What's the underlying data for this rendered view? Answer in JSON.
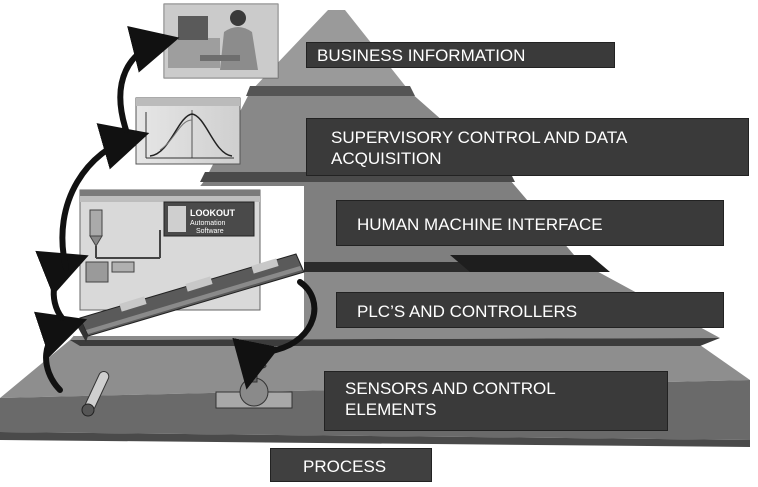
{
  "levels": {
    "business": "BUSINESS INFORMATION",
    "scada_line1": "SUPERVISORY CONTROL AND DATA",
    "scada_line2": "ACQUISITION",
    "hmi": "HUMAN MACHINE INTERFACE",
    "plc": "PLC’S AND CONTROLLERS",
    "sensors_line1": "SENSORS AND CONTROL",
    "sensors_line2": "ELEMENTS"
  },
  "process": "PROCESS",
  "hmi_window": {
    "logo_line1": "LOOKOUT",
    "logo_line2": "Automation",
    "logo_line3": "Software"
  },
  "colors": {
    "pyramid_light": "#9a9a9a",
    "pyramid_mid": "#7d7d7d",
    "pyramid_dark": "#4a4a4a",
    "label_bg": "#3a3a3a",
    "label_text": "#ffffff",
    "arrow": "#111111"
  }
}
